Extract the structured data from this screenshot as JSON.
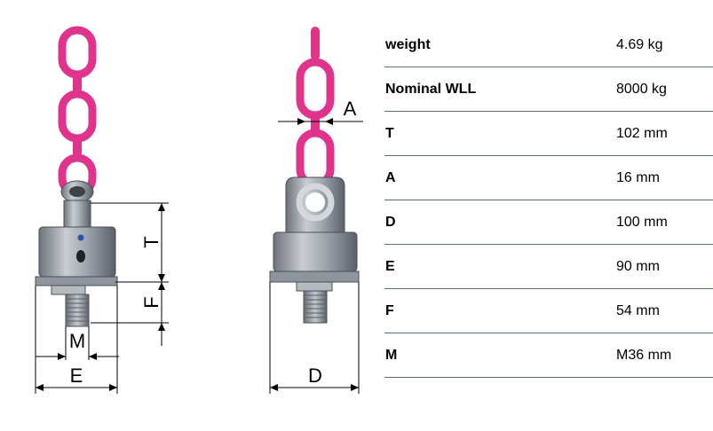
{
  "drawing": {
    "dimension_labels": {
      "T": "T",
      "F": "F",
      "M": "M",
      "E": "E",
      "A": "A",
      "D": "D"
    },
    "colors": {
      "chain": "#e0338c",
      "steel": "#9ea4ab",
      "steel_dark": "#5f656c",
      "line": "#000000"
    }
  },
  "specs": [
    {
      "key": "weight",
      "value": "4.69 kg"
    },
    {
      "key": "Nominal WLL",
      "value": "8000 kg"
    },
    {
      "key": "T",
      "value": "102 mm"
    },
    {
      "key": "A",
      "value": "16 mm"
    },
    {
      "key": "D",
      "value": "100 mm"
    },
    {
      "key": "E",
      "value": "90 mm"
    },
    {
      "key": "F",
      "value": "54 mm"
    },
    {
      "key": "M",
      "value": "M36 mm"
    }
  ]
}
